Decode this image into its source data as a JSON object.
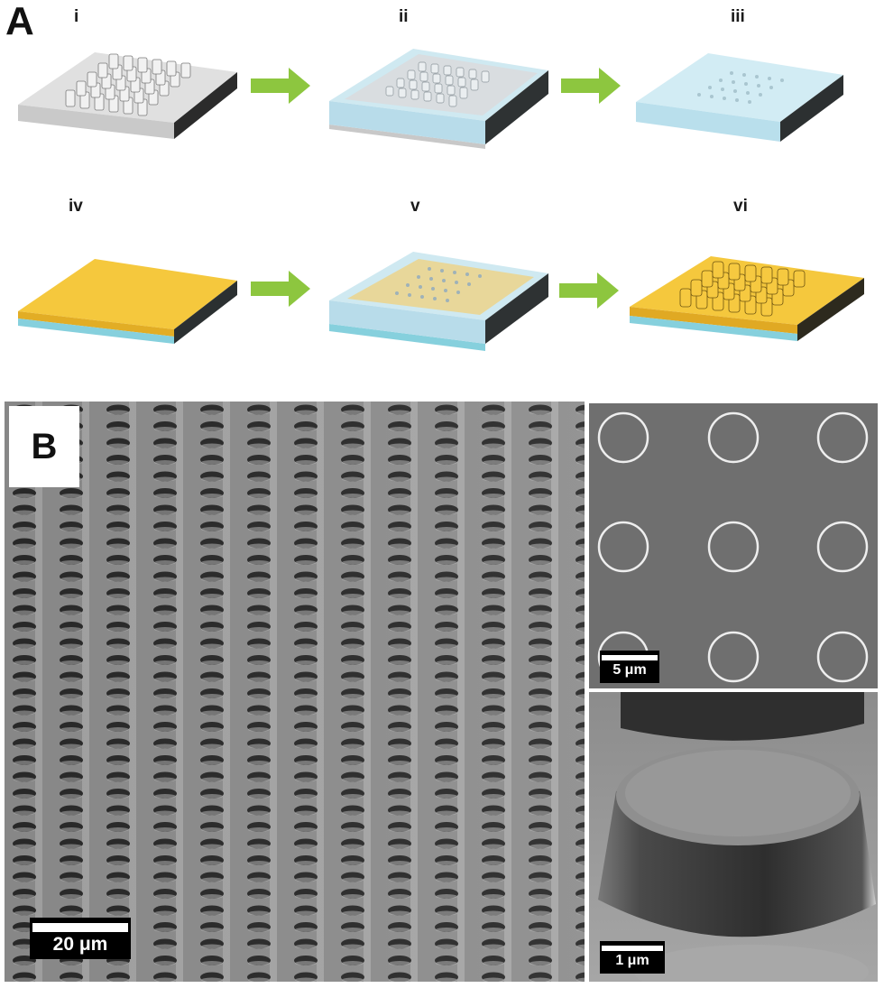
{
  "figure": {
    "panel_a": {
      "letter": "A",
      "steps": [
        {
          "label": "i",
          "description": "silicon master with micropillar array"
        },
        {
          "label": "ii",
          "description": "polymer cast over master"
        },
        {
          "label": "iii",
          "description": "peeled polymer mold with holes"
        },
        {
          "label": "iv",
          "description": "gold-coated substrate layer"
        },
        {
          "label": "v",
          "description": "mold placed on gold layer"
        },
        {
          "label": "vi",
          "description": "gold micropillar array"
        }
      ],
      "arrow_color": "#8dc63f",
      "colors": {
        "silicon": "#d6d6d6",
        "polymer": "#bfe3ee",
        "gold": "#f2c438",
        "substrate": "#7fcfdc",
        "side_dark": "#2a2a2a"
      }
    },
    "panel_b": {
      "letter": "B",
      "images": [
        {
          "name": "tilted-array",
          "scale_label": "20 μm"
        },
        {
          "name": "top-view",
          "scale_label": "5 μm"
        },
        {
          "name": "single-pillar",
          "scale_label": "1 μm"
        }
      ]
    }
  }
}
